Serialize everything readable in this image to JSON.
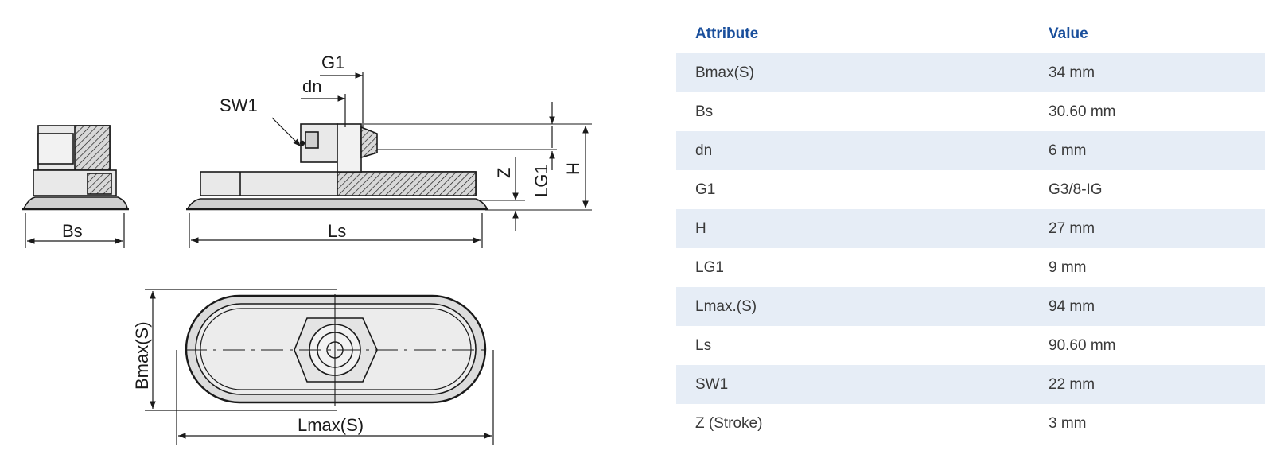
{
  "drawing": {
    "labels": {
      "g1": "G1",
      "dn": "dn",
      "sw1": "SW1",
      "bs": "Bs",
      "ls": "Ls",
      "z": "Z",
      "lg1": "LG1",
      "h": "H",
      "bmax": "Bmax(S)",
      "lmax": "Lmax(S)"
    }
  },
  "table": {
    "header": {
      "attribute": "Attribute",
      "value": "Value"
    },
    "rows": [
      {
        "attribute": "Bmax(S)",
        "value": "34 mm"
      },
      {
        "attribute": "Bs",
        "value": "30.60 mm"
      },
      {
        "attribute": "dn",
        "value": "6 mm"
      },
      {
        "attribute": "G1",
        "value": "G3/8-IG"
      },
      {
        "attribute": "H",
        "value": "27 mm"
      },
      {
        "attribute": "LG1",
        "value": "9 mm"
      },
      {
        "attribute": "Lmax.(S)",
        "value": "94 mm"
      },
      {
        "attribute": "Ls",
        "value": "90.60 mm"
      },
      {
        "attribute": "SW1",
        "value": "22 mm"
      },
      {
        "attribute": "Z (Stroke)",
        "value": "3 mm"
      }
    ]
  },
  "colors": {
    "header_text": "#1a4f9c",
    "row_stripe": "#e6edf6",
    "line": "#1a1a1a",
    "part_fill": "#e9e9e9"
  }
}
